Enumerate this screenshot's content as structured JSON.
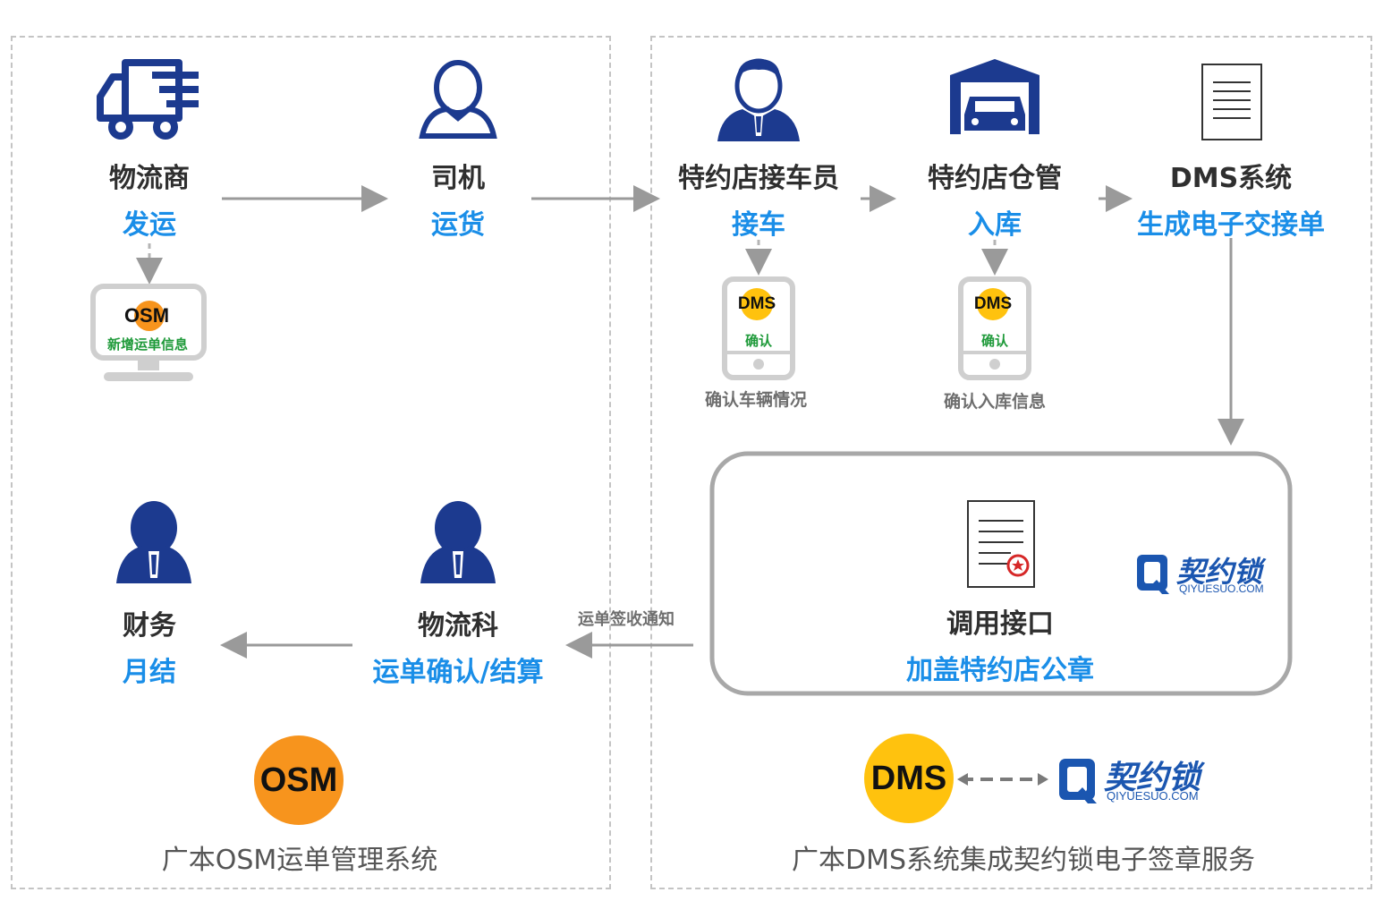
{
  "left_panel": {
    "nodes": [
      {
        "title": "物流商",
        "action": "发运"
      },
      {
        "title": "司机",
        "action": "运货"
      },
      {
        "title": "财务",
        "action": "月结"
      },
      {
        "title": "物流科",
        "action": "运单确认/结算"
      }
    ],
    "monitor": {
      "badge": "OSM",
      "caption": "新增运单信息"
    },
    "logo_badge": "OSM",
    "footer": "广本OSM运单管理系统"
  },
  "right_panel": {
    "nodes": [
      {
        "title": "特约店接车员",
        "action": "接车"
      },
      {
        "title": "特约店仓管",
        "action": "入库"
      },
      {
        "title": "DMS系统",
        "action": "生成电子交接单"
      }
    ],
    "phones": [
      {
        "badge": "DMS",
        "label": "确认",
        "caption": "确认车辆情况"
      },
      {
        "badge": "DMS",
        "label": "确认",
        "caption": "确认入库信息"
      }
    ],
    "box": {
      "title": "调用接口",
      "action": "加盖特约店公章",
      "brand_name": "契约锁",
      "brand_url": "QIYUESUO.COM"
    },
    "notify_label": "运单签收通知",
    "bottom_badge": "DMS",
    "bottom_brand_name": "契约锁",
    "bottom_brand_url": "QIYUESUO.COM",
    "footer": "广本DMS系统集成契约锁电子签章服务"
  },
  "colors": {
    "title_dark": "#2f2f2f",
    "action_blue": "#1a8ee8",
    "icon_navy": "#1c3a8f",
    "osm_orange": "#f7941d",
    "dms_yellow": "#ffc20e",
    "brand_blue": "#1b56b0",
    "border_gray": "#c4c4c4"
  }
}
